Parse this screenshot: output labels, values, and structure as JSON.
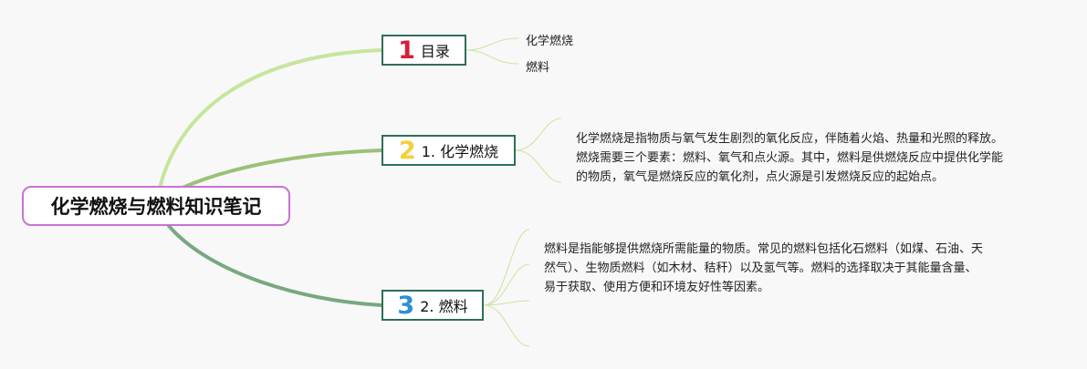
{
  "root": {
    "title": "化学燃烧与燃料知识笔记"
  },
  "topics": [
    {
      "num": "1",
      "num_color": "#d3203a",
      "label": "目录",
      "branch_color": "#c7e59c",
      "leaves": [
        "化学燃烧",
        "燃料"
      ]
    },
    {
      "num": "2",
      "num_color": "#f3d039",
      "label": "1. 化学燃烧",
      "branch_color": "#9bc176",
      "note": "化学燃烧是指物质与氧气发生剧烈的氧化反应，伴随着火焰、热量和光照的释放。燃烧需要三个要素：燃料、氧气和点火源。其中，燃料是供燃烧反应中提供化学能的物质，氧气是燃烧反应的氧化剂，点火源是引发燃烧反应的起始点。"
    },
    {
      "num": "3",
      "num_color": "#2c8fd6",
      "label": "2. 燃料",
      "branch_color": "#78a87f",
      "note": "燃料是指能够提供燃烧所需能量的物质。常见的燃料包括化石燃料（如煤、石油、天然气）、生物质燃料（如木材、秸秆）以及氢气等。燃料的选择取决于其能量含量、易于获取、使用方便和环境友好性等因素。"
    }
  ]
}
